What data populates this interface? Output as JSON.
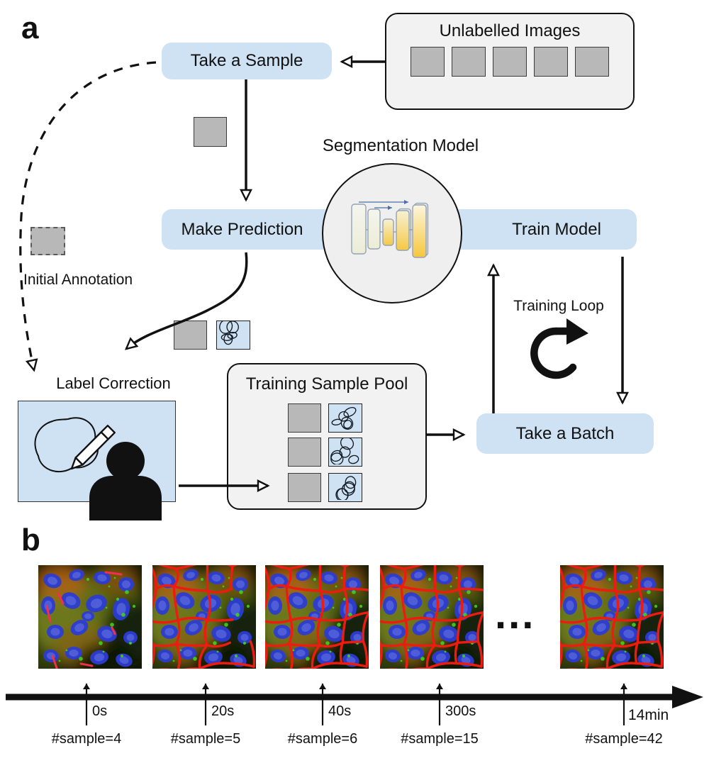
{
  "panel_a": {
    "label": "a",
    "unlabelled_images_title": "Unlabelled Images",
    "take_a_sample": "Take a Sample",
    "segmentation_model": "Segmentation Model",
    "make_prediction": "Make Prediction",
    "train_model": "Train Model",
    "training_loop": "Training Loop",
    "take_a_batch": "Take a Batch",
    "initial_annotation": "Initial Annotation",
    "label_correction": "Label Correction",
    "training_sample_pool_title": "Training Sample Pool"
  },
  "panel_b": {
    "label": "b",
    "ellipsis": "...",
    "timeline": [
      {
        "time": "0s",
        "sample_count": "#sample=4"
      },
      {
        "time": "20s",
        "sample_count": "#sample=5"
      },
      {
        "time": "40s",
        "sample_count": "#sample=6"
      },
      {
        "time": "300s",
        "sample_count": "#sample=15"
      },
      {
        "time": "14min",
        "sample_count": "#sample=42"
      }
    ]
  },
  "colors": {
    "node_fill": "#cfe2f3",
    "container_fill": "#f2f2f2",
    "sample_gray": "#b8b8b8",
    "outline_red": "#ee1b10",
    "unet_yellow": "#f6c63c"
  }
}
